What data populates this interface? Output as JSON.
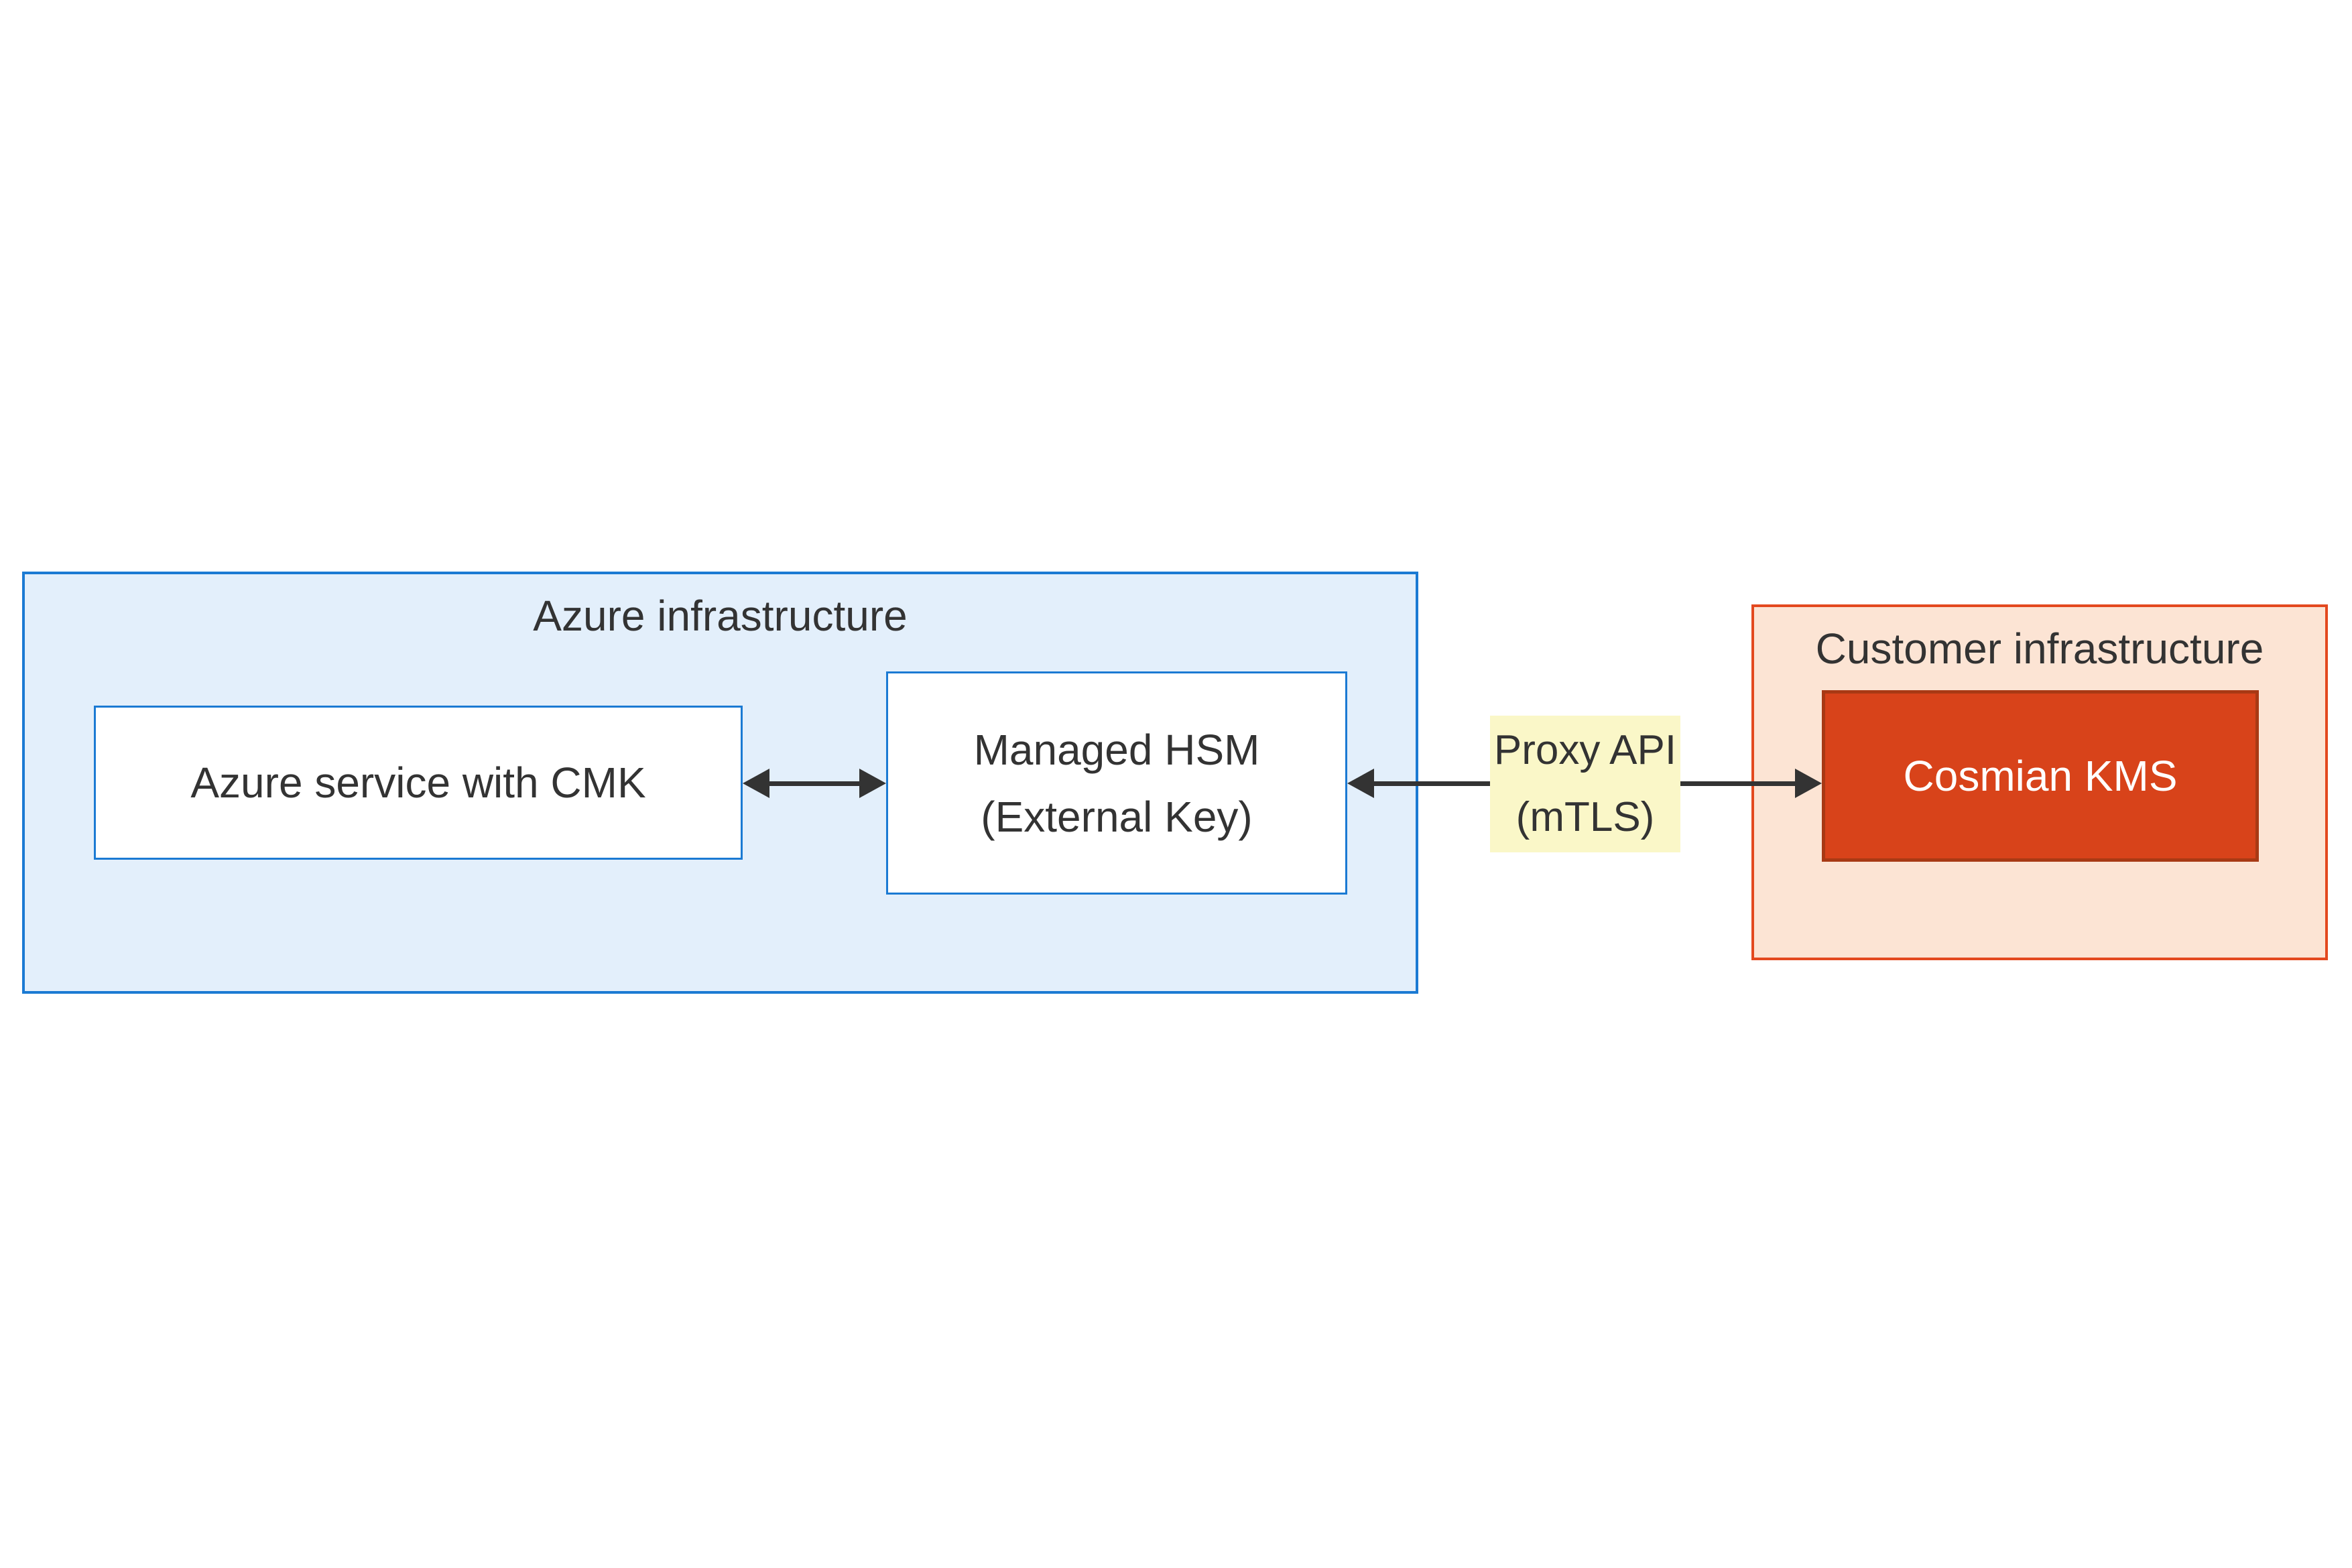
{
  "azure_group": {
    "title": "Azure infrastructure",
    "service_box": {
      "label": "Azure service with CMK"
    },
    "hsm_box": {
      "line1": "Managed HSM",
      "line2": "(External Key)"
    }
  },
  "connection_label": {
    "line1": "Proxy API",
    "line2": "(mTLS)"
  },
  "customer_group": {
    "title": "Customer infrastructure",
    "kms_box": {
      "label": "Cosmian KMS"
    }
  },
  "colors": {
    "azure_fill": "#e3effb",
    "azure_border": "#1b7ad3",
    "box_fill": "#ffffff",
    "customer_fill": "#fce4d4",
    "customer_border": "#e3491f",
    "kms_fill": "#d8431a",
    "kms_border": "#a83914",
    "label_fill": "#faf7c8",
    "arrow": "#333333",
    "text": "#333333"
  }
}
